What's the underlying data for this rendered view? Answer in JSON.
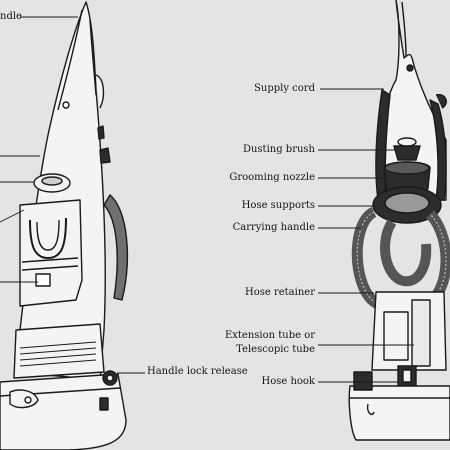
{
  "labels": {
    "handle_partial": "ndle",
    "supply_cord": "Supply cord",
    "dusting_brush": "Dusting brush",
    "grooming_nozzle": "Grooming nozzle",
    "hose_supports": "Hose supports",
    "carrying_handle": "Carrying handle",
    "hose_retainer": "Hose retainer",
    "extension_tube_line1": "Extension tube or",
    "extension_tube_line2": "Telescopic tube",
    "hose_hook": "Hose hook",
    "handle_lock_release": "Handle lock release"
  },
  "colors": {
    "background": "#e4e4e4",
    "outline": "#1a1a1a",
    "body_fill": "#f4f4f4",
    "dark_part": "#2c2c2c",
    "hose_fill": "#7a7a7a"
  }
}
